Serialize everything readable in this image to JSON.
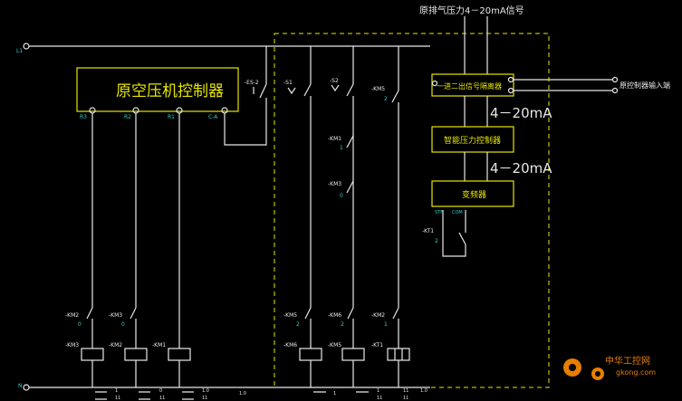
{
  "rails": {
    "top": "L1",
    "bottom": "N"
  },
  "controller": {
    "title": "原空压机控制器",
    "terminals": [
      "R3",
      "R2",
      "R1",
      "C-A"
    ]
  },
  "switches": {
    "es": "-ES-2",
    "s1": "-S1",
    "s2": "-S2",
    "km5_top": "-KM5",
    "km5_top_no": "2",
    "km1": "-KM1",
    "km1_no": "1",
    "km3": "-KM3",
    "km3_no": "0",
    "kt1": "-KT1",
    "kt1_no": "2"
  },
  "bottom_contacts": [
    {
      "label": "-KM2",
      "num": "0"
    },
    {
      "label": "-KM3",
      "num": "0"
    },
    {
      "label": "-KM5",
      "num": "2"
    },
    {
      "label": "-KM6",
      "num": "2"
    },
    {
      "label": "-KM2",
      "num": "1"
    }
  ],
  "coils": [
    "-KM3",
    "-KM2",
    "-KM1",
    "-KM6",
    "-KM5",
    "-KT1"
  ],
  "right_panel": {
    "signal_title": "原排气压力4－20mA信号",
    "isolator": "一进二出信号隔离器",
    "output_label": "原控制器输入端",
    "signal_1": "4－20mA",
    "pressure_controller": "智能压力控制器",
    "signal_2": "4－20mA",
    "inverter": "变频器",
    "inverter_terminals": [
      "STF",
      "COM"
    ]
  },
  "bottom_numbers": [
    "1",
    "11",
    "0",
    "11",
    "1.0",
    "11",
    "1.0",
    "1",
    "1",
    "11",
    "11",
    "11",
    "1.0"
  ],
  "watermark": {
    "cn": "中华工控网",
    "en": "gkong.com"
  }
}
